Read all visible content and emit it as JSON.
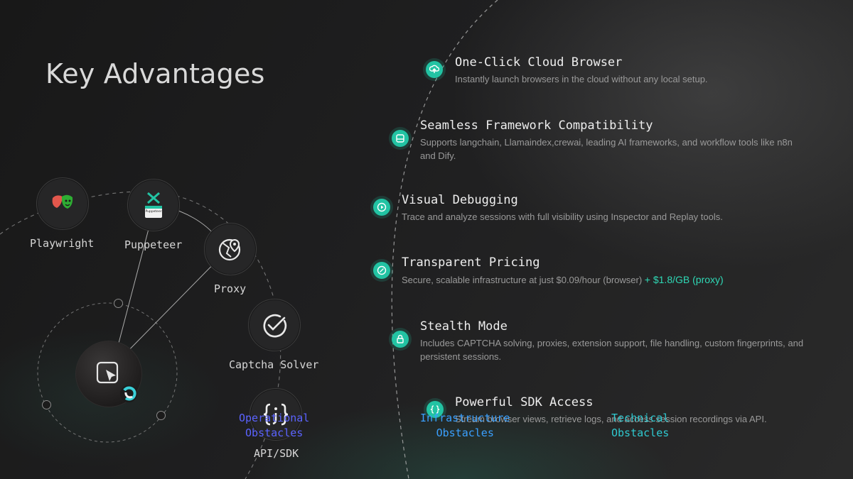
{
  "page": {
    "title": "Key Advantages"
  },
  "colors": {
    "accent": "#22c3a3",
    "accent_text": "#2fd9b6",
    "overlay_purple": "#5b63ff",
    "overlay_blue": "#3aa0ff"
  },
  "nodes": [
    {
      "label": "Playwright",
      "icon": "playwright-masks-icon"
    },
    {
      "label": "Puppeteer",
      "icon": "puppeteer-logo-icon",
      "badge": "Puppeteer"
    },
    {
      "label": "Proxy",
      "icon": "globe-pin-icon"
    },
    {
      "label": "Captcha Solver",
      "icon": "check-circle-icon"
    },
    {
      "label": "API/SDK",
      "icon": "curly-braces-icon"
    }
  ],
  "center": {
    "icon": "cursor-window-icon"
  },
  "overlays": [
    {
      "line1": "Operational",
      "line2": "Obstacles"
    },
    {
      "line1": "Infrastructure",
      "line2": "Obstacles"
    },
    {
      "line1": "Technical",
      "line2": "Obstacles"
    }
  ],
  "features": [
    {
      "title": "One-Click Cloud Browser",
      "desc": "Instantly launch browsers in the cloud without any local setup.",
      "icon": "cloud-upload-icon"
    },
    {
      "title": "Seamless Framework Compatibility",
      "desc": "Supports langchain, Llamaindex,crewai, leading AI frameworks, and workflow tools like n8n and Dify.",
      "icon": "server-icon"
    },
    {
      "title": "Visual Debugging",
      "desc": "Trace and analyze sessions with full visibility using Inspector and Replay tools.",
      "icon": "play-circle-icon"
    },
    {
      "title": "Transparent Pricing",
      "desc": "Secure, scalable infrastructure at just $0.09/hour (browser)",
      "desc_accent": "+ $1.8/GB (proxy)",
      "icon": "percent-icon"
    },
    {
      "title": "Stealth Mode",
      "desc": "Includes CAPTCHA solving, proxies, extension support, file handling, custom fingerprints, and persistent sessions.",
      "icon": "lock-icon"
    },
    {
      "title": "Powerful SDK Access",
      "desc": "Stream browser views, retrieve logs, and access session recordings via API.",
      "icon": "code-braces-icon"
    }
  ]
}
